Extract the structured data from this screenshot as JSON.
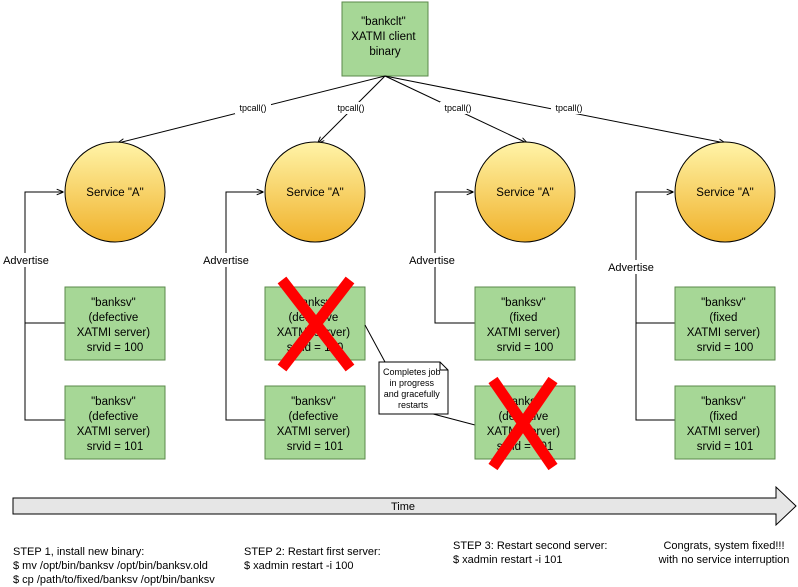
{
  "colors": {
    "node_fill": "#a6d796",
    "node_stroke": "#5b8a4b",
    "circle_fill_top": "#fff2a0",
    "circle_fill_bottom": "#f0b12a",
    "circle_stroke": "#000000",
    "x_mark": "#ff0000",
    "time_arrow_fill": "#e6e6e6"
  },
  "client": {
    "lines": [
      "\"bankclt\"",
      "XATMI client",
      "binary"
    ]
  },
  "calls": {
    "label": "tpcall()"
  },
  "service": {
    "label": "Service \"A\""
  },
  "advertise": {
    "label": "Advertise"
  },
  "columns": [
    {
      "server1": [
        "\"banksv\"",
        "(defective",
        "XATMI server)",
        "srvid = 100"
      ],
      "server2": [
        "\"banksv\"",
        "(defective",
        "XATMI server)",
        "srvid = 101"
      ]
    },
    {
      "server1": [
        "\"banksv\"",
        "(defective",
        "XATMI server)",
        "srvid = 100"
      ],
      "server2": [
        "\"banksv\"",
        "(defective",
        "XATMI server)",
        "srvid = 101"
      ]
    },
    {
      "server1": [
        "\"banksv\"",
        "(fixed",
        "XATMI server)",
        "srvid = 100"
      ],
      "server2": [
        "\"banksv\"",
        "(defective",
        "XATMI server)",
        "srvid = 101"
      ]
    },
    {
      "server1": [
        "\"banksv\"",
        "(fixed",
        "XATMI server)",
        "srvid = 100"
      ],
      "server2": [
        "\"banksv\"",
        "(fixed",
        "XATMI server)",
        "srvid = 101"
      ]
    }
  ],
  "note": {
    "lines": [
      "Completes job",
      "in progress",
      "and gracefully",
      "restarts"
    ]
  },
  "time": {
    "label": "Time"
  },
  "steps": {
    "step1": "STEP 1, install new binary:\n$ mv /opt/bin/banksv /opt/bin/banksv.old\n$ cp /path/to/fixed/banksv /opt/bin/banksv",
    "step2": "STEP 2: Restart first server:\n$ xadmin restart -i 100",
    "step3": "STEP 3: Restart second server:\n$ xadmin restart -i 101",
    "congrats": "Congrats, system fixed!!!\nwith no service interruption"
  }
}
